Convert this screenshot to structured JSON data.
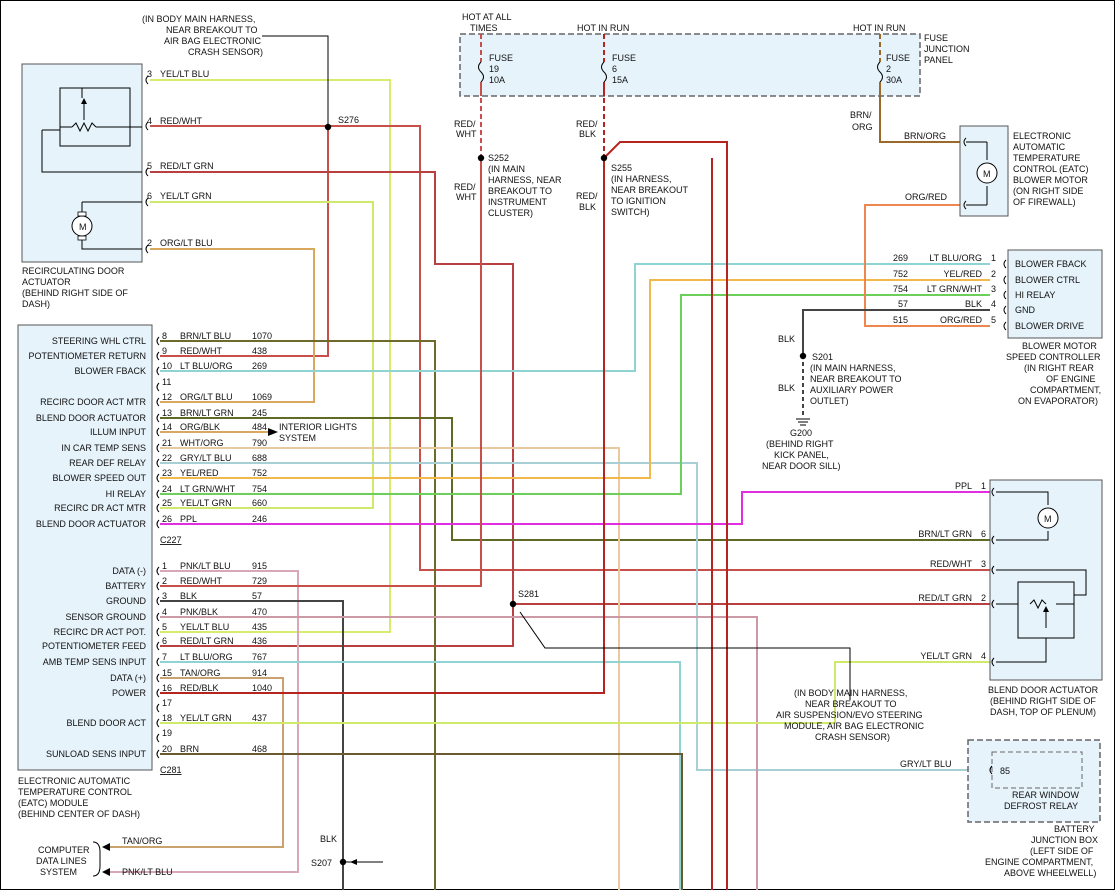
{
  "top": {
    "hot_at_all_times": [
      "HOT AT ALL",
      "TIMES"
    ],
    "hot_in_run_1": "HOT IN RUN",
    "hot_in_run_2": "HOT IN RUN",
    "fuse_panel": [
      "FUSE",
      "JUNCTION",
      "PANEL"
    ],
    "fuses": [
      {
        "line1": "FUSE",
        "num": "19",
        "amp": "10A"
      },
      {
        "line1": "FUSE",
        "num": "6",
        "amp": "15A"
      },
      {
        "line1": "FUSE",
        "num": "2",
        "amp": "30A"
      }
    ]
  },
  "notes": {
    "s276_note": [
      "(IN BODY MAIN HARNESS,",
      "NEAR BREAKOUT TO",
      "AIR BAG ELECTRONIC",
      "CRASH SENSOR)"
    ],
    "s252_note": [
      "(IN MAIN",
      "HARNESS, NEAR",
      "BREAKOUT TO",
      "INSTRUMENT",
      "CLUSTER)"
    ],
    "s255_note": [
      "(IN HARNESS,",
      "NEAR BREAKOUT",
      "TO IGNITION",
      "SWITCH)"
    ],
    "s201_note": [
      "(IN MAIN HARNESS,",
      "NEAR BREAKOUT TO",
      "AUXILIARY POWER",
      "OUTLET)"
    ],
    "g200_note": [
      "(BEHIND RIGHT",
      "KICK PANEL,",
      "NEAR DOOR SILL)"
    ],
    "s281_note": [
      "(IN BODY MAIN HARNESS,",
      "NEAR BREAKOUT TO",
      "AIR SUSPENSION/EVO STEERING",
      "MODULE, AIR BAG ELECTRONIC",
      "CRASH SENSOR)"
    ],
    "interior_lights": [
      "INTERIOR LIGHTS",
      "SYSTEM"
    ],
    "computer_data": [
      "COMPUTER",
      "DATA LINES",
      "SYSTEM"
    ]
  },
  "splices": {
    "s276": "S276",
    "s252": "S252",
    "s255": "S255",
    "s201": "S201",
    "s281": "S281",
    "s207": "S207",
    "g200": "G200"
  },
  "wire_labels": {
    "red_wht_a": [
      "RED/",
      "WHT"
    ],
    "red_wht_b": [
      "RED/",
      "WHT"
    ],
    "red_blk_a": [
      "RED/",
      "BLK"
    ],
    "red_blk_b": [
      "RED/",
      "BLK"
    ],
    "brn_org_v": [
      "BRN/",
      "ORG"
    ],
    "brn_org_h": "BRN/ORG",
    "org_red_h": "ORG/RED",
    "blk_a": "BLK",
    "blk_b": "BLK",
    "blk_s207": "BLK",
    "tan_org": "TAN/ORG",
    "pnk_lt_blu": "PNK/LT BLU"
  },
  "recirc_actuator": {
    "title": [
      "RECIRCULATING DOOR",
      "ACTUATOR",
      "(BEHIND RIGHT SIDE OF",
      "DASH)"
    ],
    "pins": [
      {
        "pin": "3",
        "color": "YEL/LT BLU"
      },
      {
        "pin": "4",
        "color": "RED/WHT"
      },
      {
        "pin": "5",
        "color": "RED/LT GRN"
      },
      {
        "pin": "6",
        "color": "YEL/LT GRN"
      },
      {
        "pin": "2",
        "color": "ORG/LT BLU"
      }
    ]
  },
  "eatc_module": {
    "title": [
      "ELECTRONIC AUTOMATIC",
      "TEMPERATURE CONTROL",
      "(EATC) MODULE",
      "(BEHIND CENTER OF DASH)"
    ],
    "connector_a": "C227",
    "connector_b": "C281",
    "c227_pins": [
      {
        "name": "STEERING WHL CTRL",
        "pin": "8",
        "color": "BRN/LT BLU",
        "circuit": "1070"
      },
      {
        "name": "POTENTIOMETER RETURN",
        "pin": "9",
        "color": "RED/WHT",
        "circuit": "438"
      },
      {
        "name": "BLOWER FBACK",
        "pin": "10",
        "color": "LT BLU/ORG",
        "circuit": "269"
      },
      {
        "name": "",
        "pin": "11",
        "color": "",
        "circuit": ""
      },
      {
        "name": "RECIRC DOOR ACT MTR",
        "pin": "12",
        "color": "ORG/LT BLU",
        "circuit": "1069"
      },
      {
        "name": "BLEND DOOR ACTUATOR",
        "pin": "13",
        "color": "BRN/LT GRN",
        "circuit": "245"
      },
      {
        "name": "ILLUM INPUT",
        "pin": "14",
        "color": "ORG/BLK",
        "circuit": "484"
      },
      {
        "name": "IN CAR TEMP SENS",
        "pin": "21",
        "color": "WHT/ORG",
        "circuit": "790"
      },
      {
        "name": "REAR DEF RELAY",
        "pin": "22",
        "color": "GRY/LT BLU",
        "circuit": "688"
      },
      {
        "name": "BLOWER SPEED OUT",
        "pin": "23",
        "color": "YEL/RED",
        "circuit": "752"
      },
      {
        "name": "HI RELAY",
        "pin": "24",
        "color": "LT GRN/WHT",
        "circuit": "754"
      },
      {
        "name": "RECIRC DR ACT MTR",
        "pin": "25",
        "color": "YEL/LT GRN",
        "circuit": "660"
      },
      {
        "name": "BLEND DOOR ACTUATOR",
        "pin": "26",
        "color": "PPL",
        "circuit": "246"
      }
    ],
    "c281_pins": [
      {
        "name": "DATA (-)",
        "pin": "1",
        "color": "PNK/LT BLU",
        "circuit": "915"
      },
      {
        "name": "BATTERY",
        "pin": "2",
        "color": "RED/WHT",
        "circuit": "729"
      },
      {
        "name": "GROUND",
        "pin": "3",
        "color": "BLK",
        "circuit": "57"
      },
      {
        "name": "SENSOR GROUND",
        "pin": "4",
        "color": "PNK/BLK",
        "circuit": "470"
      },
      {
        "name": "RECIRC DR ACT POT.",
        "pin": "5",
        "color": "YEL/LT BLU",
        "circuit": "435"
      },
      {
        "name": "POTENTIOMETER FEED",
        "pin": "6",
        "color": "RED/LT GRN",
        "circuit": "436"
      },
      {
        "name": "AMB TEMP SENS INPUT",
        "pin": "7",
        "color": "LT BLU/ORG",
        "circuit": "767"
      },
      {
        "name": "DATA (+)",
        "pin": "15",
        "color": "TAN/ORG",
        "circuit": "914"
      },
      {
        "name": "POWER",
        "pin": "16",
        "color": "RED/BLK",
        "circuit": "1040"
      },
      {
        "name": "",
        "pin": "17",
        "color": "",
        "circuit": ""
      },
      {
        "name": "BLEND DOOR ACT",
        "pin": "18",
        "color": "YEL/LT GRN",
        "circuit": "437"
      },
      {
        "name": "",
        "pin": "19",
        "color": "",
        "circuit": ""
      },
      {
        "name": "SUNLOAD SENS INPUT",
        "pin": "20",
        "color": "BRN",
        "circuit": "468"
      }
    ]
  },
  "blower_motor": {
    "title": [
      "ELECTRONIC",
      "AUTOMATIC",
      "TEMPERATURE",
      "CONTROL (EATC)",
      "BLOWER MOTOR",
      "(ON RIGHT SIDE",
      "OF FIREWALL)"
    ]
  },
  "speed_controller": {
    "title": [
      "BLOWER MOTOR",
      "SPEED CONTROLLER",
      "(IN RIGHT REAR",
      "OF ENGINE",
      "COMPARTMENT,",
      "ON EVAPORATOR)"
    ],
    "pins": [
      {
        "circuit": "269",
        "color": "LT BLU/ORG",
        "pin": "1",
        "name": "BLOWER FBACK"
      },
      {
        "circuit": "752",
        "color": "YEL/RED",
        "pin": "2",
        "name": "BLOWER CTRL"
      },
      {
        "circuit": "754",
        "color": "LT GRN/WHT",
        "pin": "3",
        "name": "HI RELAY"
      },
      {
        "circuit": "57",
        "color": "BLK",
        "pin": "4",
        "name": "GND"
      },
      {
        "circuit": "515",
        "color": "ORG/RED",
        "pin": "5",
        "name": "BLOWER DRIVE"
      }
    ]
  },
  "blend_actuator": {
    "title": [
      "BLEND DOOR ACTUATOR",
      "(BEHIND RIGHT SIDE OF",
      "DASH, TOP OF PLENUM)"
    ],
    "pins": [
      {
        "color": "PPL",
        "pin": "1"
      },
      {
        "color": "BRN/LT GRN",
        "pin": "6"
      },
      {
        "color": "RED/WHT",
        "pin": "3"
      },
      {
        "color": "RED/LT GRN",
        "pin": "2"
      },
      {
        "color": "YEL/LT GRN",
        "pin": "4"
      }
    ]
  },
  "battery_box": {
    "relay_pin": "85",
    "relay_name": [
      "REAR WINDOW",
      "DEFROST RELAY"
    ],
    "wire_color": "GRY/LT BLU",
    "title": [
      "BATTERY",
      "JUNCTION BOX",
      "(LEFT SIDE OF",
      "ENGINE COMPARTMENT,",
      "ABOVE WHEELWELL)"
    ]
  },
  "motor_symbol": "M",
  "colors": {
    "red_wht": "#c8504a",
    "red": "#c0272d",
    "red_blk": "#b5241f",
    "yel_lt_blu": "#d7ec6f",
    "yel_lt_grn": "#cfe96b",
    "org_lt_blu": "#d9a85e",
    "brn_lt_grn": "#5f6b24",
    "brn_lt_blu": "#6e6b2a",
    "lt_blu_org": "#8fd3d3",
    "yel_red": "#f2b84b",
    "lt_grn_wht": "#6ccf5a",
    "ppl": "#e22ee0",
    "gry_lt_blu": "#a9cfd6",
    "brn_org": "#9a6a2b",
    "org_red": "#ee8650",
    "wht_org": "#e8c9a0",
    "pnk_blk": "#cc9aa6",
    "pnk_lt_blu": "#d8a8b8",
    "tan_org": "#c9a270",
    "brn": "#6b5a2d",
    "blk": "#444444",
    "box_fill": "#e6f3fb"
  }
}
